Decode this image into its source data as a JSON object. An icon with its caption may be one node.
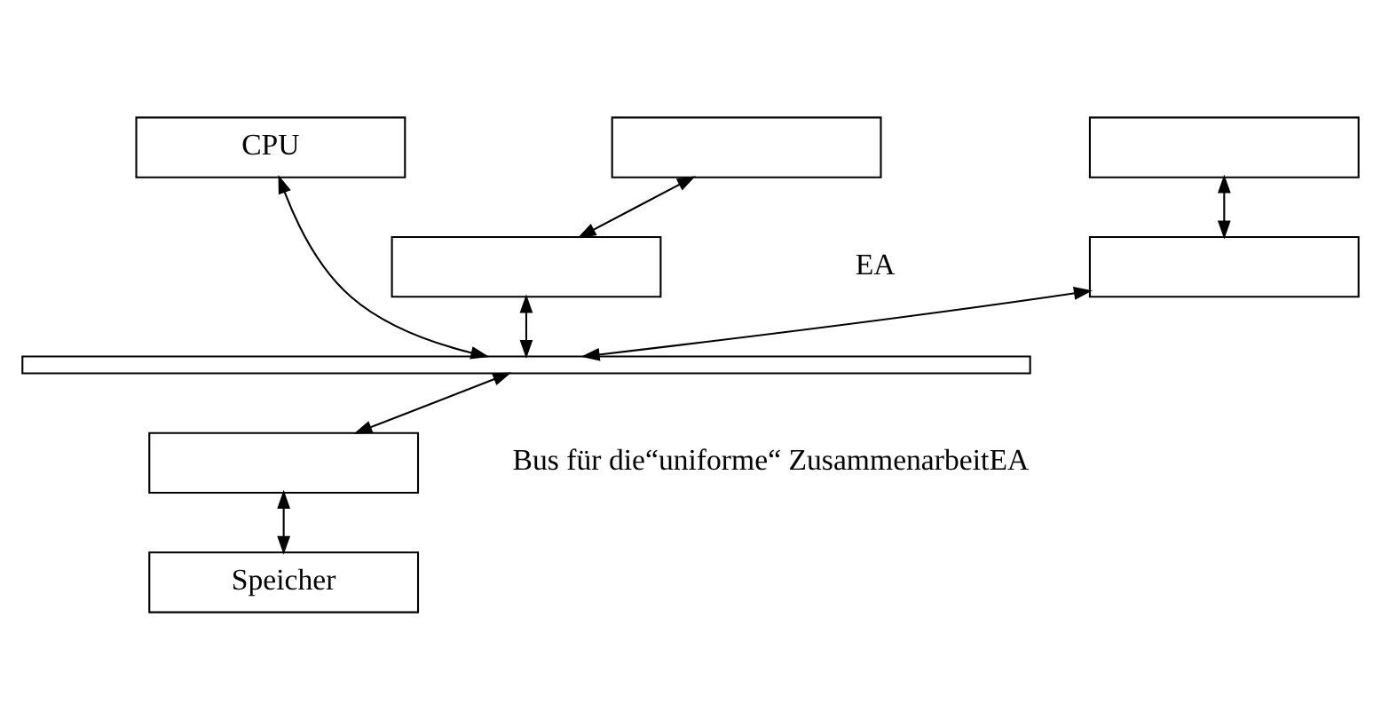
{
  "diagram": {
    "nodes": [
      {
        "text": [
          "CPU"
        ]
      },
      {
        "text": [],
        "shape": "box"
      },
      {
        "text": [],
        "shape": "box"
      },
      {
        "text": [],
        "shape": "box"
      },
      {
        "text": [],
        "shape": "box"
      },
      {
        "text": [],
        "shape": "bar"
      },
      {
        "text": [],
        "shape": "box"
      },
      {
        "text": [
          "Speicher"
        ]
      }
    ],
    "edges": [
      {
        "from": 1,
        "to": 3,
        "arrow": "both"
      },
      {
        "from": 2,
        "to": 4,
        "arrow": "both"
      },
      {
        "from": 0,
        "to": 5,
        "arrow": "both"
      },
      {
        "from": 3,
        "to": 5,
        "arrow": "both"
      },
      {
        "from": 4,
        "to": 5,
        "arrow": "both"
      },
      {
        "from": 5,
        "to": 6,
        "arrow": "both"
      },
      {
        "from": 6,
        "to": 7,
        "arrow": "both"
      }
    ],
    "labels": [
      "EA",
      "Bus für die“uniforme“ ZusammenarbeitEA"
    ]
  }
}
